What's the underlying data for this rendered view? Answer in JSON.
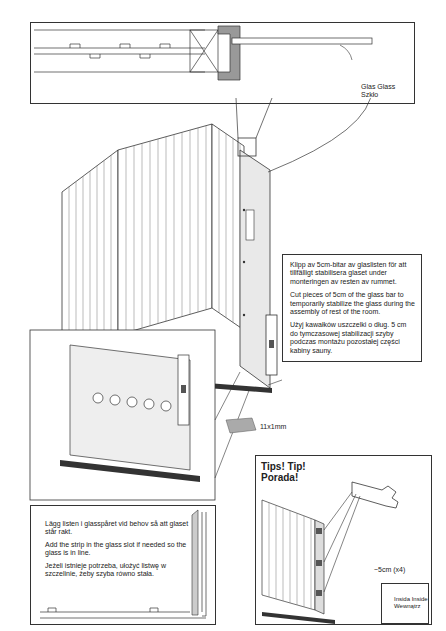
{
  "diagram": {
    "nodes": [
      {
        "text": [
          "Glas Glass Szkło"
        ]
      },
      {
        "text": [
          "Klipp av 5cm-bitar av glaslisten för att tillfälligt stabilisera glaset under monteringen av resten av rummet.",
          "Cut pieces of 5cm of the glass bar to temporarily stabilize the glass during the assembly of rest of the room.",
          "Użyj kawałków uszczelki o dług. 5 cm do tymczasowej stabilizacji szyby podczas montażu pozostałej części kabiny sauny."
        ]
      },
      {
        "text": [
          "Lägg listen i glasspåret vid behov så att glaset står rakt.",
          "Add the strip in the glass slot if needed so the glass is in line.",
          "Jeżeli istnieje potrzeba, ułożyć listwę w szczelinie, żeby szyba równo stała."
        ]
      },
      {
        "text": [
          "Tips! Tip! Porada!",
          "~5cm (x4)"
        ]
      },
      {
        "text": [
          "Insida Inside Wewnątrz"
        ],
        "in": 3
      }
    ],
    "labels": [
      "11x1mm"
    ]
  }
}
